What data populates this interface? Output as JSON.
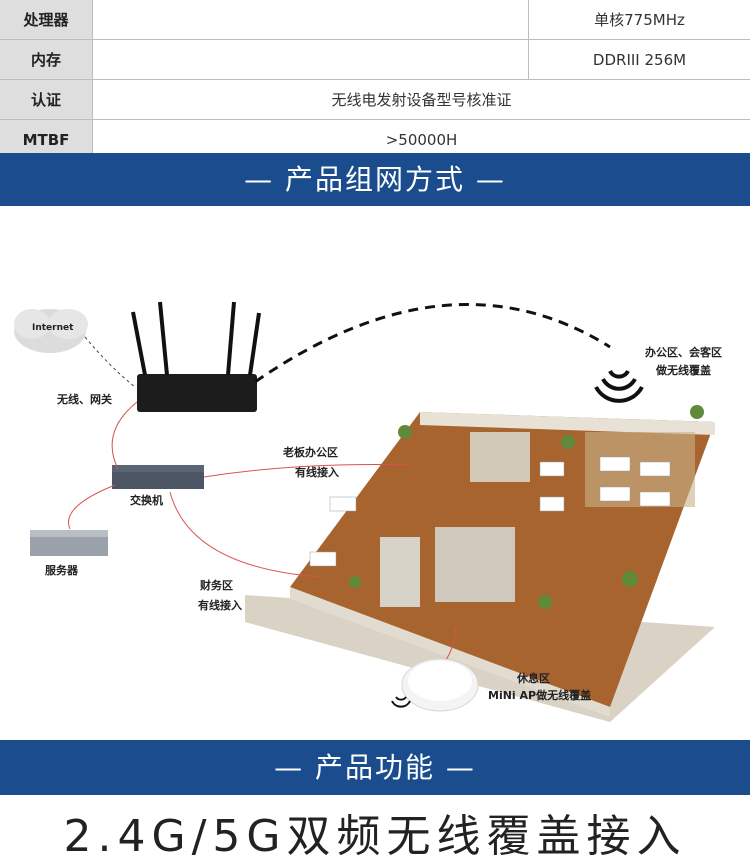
{
  "specs": [
    {
      "key": "处理器",
      "left": "",
      "right": "单核775MHz"
    },
    {
      "key": "内存",
      "left": "",
      "right": "DDRIII 256M"
    },
    {
      "key": "认证",
      "value": "无线电发射设备型号核准证"
    },
    {
      "key": "MTBF",
      "value": ">50000H"
    }
  ],
  "banner1": "— 产品组网方式 —",
  "banner2": "— 产品功能 —",
  "diagram": {
    "internet": "Internet",
    "wireless_gateway": "无线、网关",
    "switch": "交换机",
    "server": "服务器",
    "boss_office": "老板办公区",
    "boss_wired": "有线接入",
    "finance": "财务区",
    "finance_wired": "有线接入",
    "office_zone": "办公区、会客区",
    "office_wireless": "做无线覆盖",
    "rest_zone": "休息区",
    "rest_ap": "MiNi AP做无线覆盖"
  },
  "feature_title": "2.4G/5G双频无线覆盖接入",
  "colors": {
    "banner": "#1a4c8e",
    "label_bg": "#dedede",
    "wire": "#d9534f"
  }
}
